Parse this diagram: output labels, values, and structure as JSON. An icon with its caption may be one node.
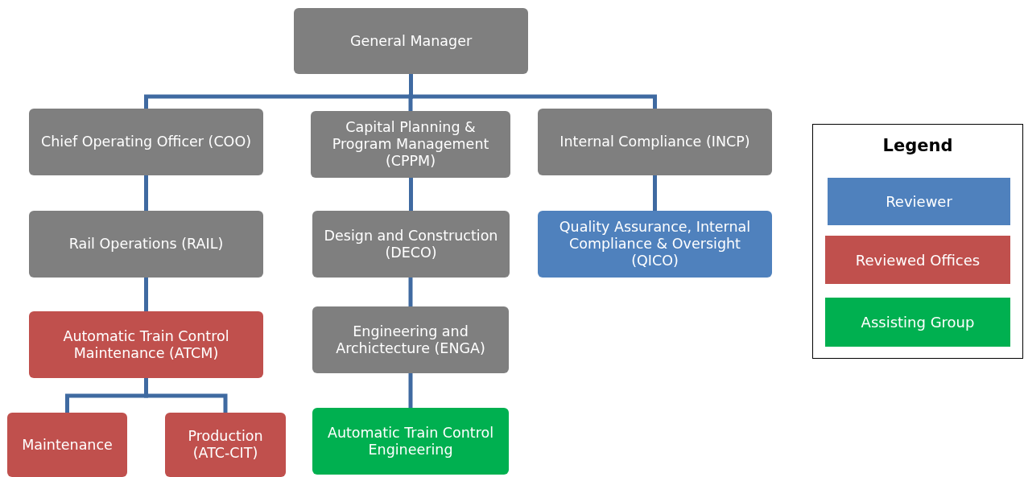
{
  "diagram": {
    "nodes": [
      {
        "text": [
          "General Manager"
        ]
      },
      {
        "text": [
          "Chief Operating Officer (COO)"
        ]
      },
      {
        "text": [
          "Capital Planning & Program Management (CPPM)"
        ]
      },
      {
        "text": [
          "Internal Compliance (INCP)"
        ]
      },
      {
        "text": [
          "Rail Operations (RAIL)"
        ]
      },
      {
        "text": [
          "Design and Construction (DECO)"
        ]
      },
      {
        "text": [
          "Quality Assurance, Internal Compliance & Oversight (QICO)"
        ]
      },
      {
        "text": [
          "Automatic Train Control Maintenance (ATCM)"
        ]
      },
      {
        "text": [
          "Engineering and Archictecture (ENGA)"
        ]
      },
      {
        "text": [
          "Maintenance"
        ]
      },
      {
        "text": [
          "Production (ATC-CIT)"
        ]
      },
      {
        "text": [
          "Automatic Train Control Engineering"
        ]
      }
    ],
    "edges": [
      {
        "from": 0,
        "to": 1,
        "arrow": "none"
      },
      {
        "from": 0,
        "to": 2,
        "arrow": "none"
      },
      {
        "from": 0,
        "to": 3,
        "arrow": "none"
      },
      {
        "from": 1,
        "to": 4,
        "arrow": "none"
      },
      {
        "from": 2,
        "to": 5,
        "arrow": "none"
      },
      {
        "from": 3,
        "to": 6,
        "arrow": "none"
      },
      {
        "from": 4,
        "to": 7,
        "arrow": "none"
      },
      {
        "from": 5,
        "to": 8,
        "arrow": "none"
      },
      {
        "from": 7,
        "to": 9,
        "arrow": "none"
      },
      {
        "from": 7,
        "to": 10,
        "arrow": "none"
      },
      {
        "from": 8,
        "to": 11,
        "arrow": "none"
      }
    ],
    "labels": [
      "Legend"
    ],
    "legend": [
      {
        "text": "Reviewer",
        "color": "#4f81bd"
      },
      {
        "text": "Reviewed Offices",
        "color": "#c0504d"
      },
      {
        "text": "Assisting Group",
        "color": "#00b050"
      }
    ]
  }
}
